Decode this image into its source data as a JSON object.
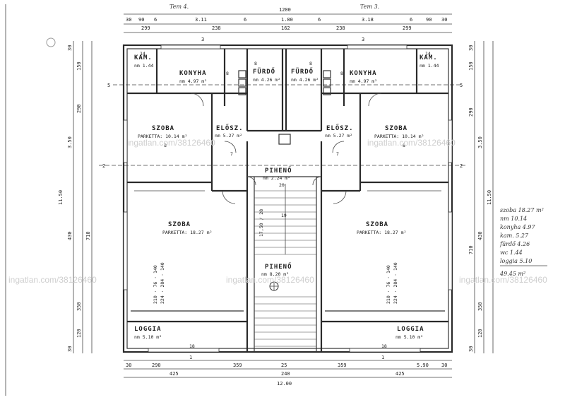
{
  "title_marks": {
    "left": "Tem 4.",
    "right": "Tem 3."
  },
  "top_dims": {
    "overall": "1200",
    "row1": [
      "30",
      "90",
      "6",
      "3.11",
      "6",
      "1.80",
      "6",
      "3.18",
      "6",
      "90",
      "30"
    ],
    "row2": [
      "299",
      "238",
      "162",
      "238",
      "299"
    ]
  },
  "bottom_dims": {
    "row1": [
      "30",
      "290",
      "359",
      "25",
      "359",
      "5.90",
      "30"
    ],
    "row2": [
      "425",
      "240",
      "425"
    ],
    "overall": "12.00"
  },
  "left_dims": [
    "30",
    "150",
    "290",
    "3.50",
    "11.50",
    "430",
    "710",
    "350",
    "120",
    "30"
  ],
  "right_dims": [
    "30",
    "150",
    "290",
    "3.50",
    "11.50",
    "430",
    "710",
    "350",
    "120",
    "30"
  ],
  "axes": {
    "top": [
      "3",
      "3"
    ],
    "side": [
      "5",
      "2",
      "5",
      "2"
    ],
    "bottom": [
      "1",
      "1"
    ]
  },
  "rooms": [
    {
      "name": "KAM.",
      "area": "nm 1.44",
      "num": "14"
    },
    {
      "name": "KONYHA",
      "area": "nm 4.97 m²",
      "num": "8"
    },
    {
      "name": "FÜRDŐ",
      "area": "nm 4.26 m²",
      "num": "8"
    },
    {
      "name": "FÜRDŐ",
      "area": "nm 4.26 m²",
      "num": "8"
    },
    {
      "name": "KONYHA",
      "area": "nm 4.97 m²",
      "num": "8"
    },
    {
      "name": "KAM.",
      "area": "nm 1.44",
      "num": "14"
    },
    {
      "name": "SZOBA",
      "area": "PARKETTA: 10.14 m²",
      "num": "8"
    },
    {
      "name": "ELŐSZ.",
      "area": "nm 5.27 m²",
      "num": "7"
    },
    {
      "name": "ELŐSZ.",
      "area": "nm 5.27 m²",
      "num": "7"
    },
    {
      "name": "SZOBA",
      "area": "PARKETTA: 10.14 m²",
      "num": "8"
    },
    {
      "name": "SZOBA",
      "area": "PARKETTA: 18.27 m²",
      "num": ""
    },
    {
      "name": "SZOBA",
      "area": "PARKETTA: 18.27 m²",
      "num": ""
    },
    {
      "name": "LOGGIA",
      "area": "nm 5.10 m²",
      "num": "18"
    },
    {
      "name": "LOGGIA",
      "area": "nm 5.10 m²",
      "num": "18"
    },
    {
      "name": "PIHENŐ",
      "area": "nm 2.24 m²",
      "num": "20"
    },
    {
      "name": "PIHENŐ",
      "area": "nm 8.20 m²",
      "num": ""
    }
  ],
  "stair": {
    "steps": "19",
    "label": "17,50 / 28"
  },
  "window_labels": [
    "210 · 76 · 140",
    "224 · 284 · 140",
    "210 · 76 · 140",
    "224 · 284 · 140"
  ],
  "handwritten_tally": [
    "szoba  18.27 m²",
    "nm     10.14",
    "konyha  4.97",
    "kam.    5.27",
    "fürdő   4.26",
    "wc      1.44",
    "loggia  5.10",
    "",
    "       49.45 m²"
  ],
  "watermark": "ingatlan.com/38126460"
}
